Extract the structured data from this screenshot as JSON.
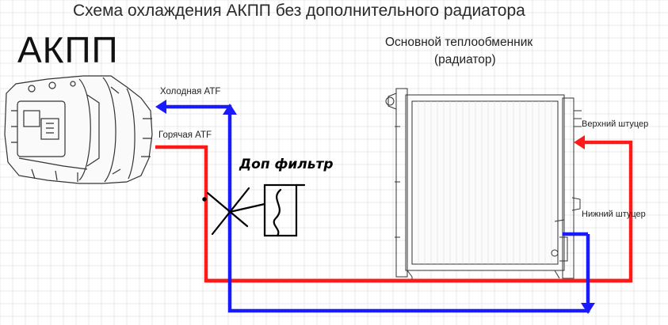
{
  "title": "Схема охлаждения АКПП без дополнительного радиатора",
  "transmission": {
    "label": "АКПП"
  },
  "radiator": {
    "title_line1": "Основной теплообменник",
    "title_line2": "(радиатор)"
  },
  "lines": {
    "cold_atf": "Холодная ATF",
    "hot_atf": "Горячая ATF",
    "upper_fitting": "Верхний штуцер",
    "lower_fitting": "Нижний штуцер"
  },
  "filter": {
    "label": "Доп фильтр"
  },
  "colors": {
    "hot_line": "#ff1a1a",
    "cold_line": "#1a1aff",
    "grid": "#e6e6e6",
    "drawing": "#333333"
  }
}
